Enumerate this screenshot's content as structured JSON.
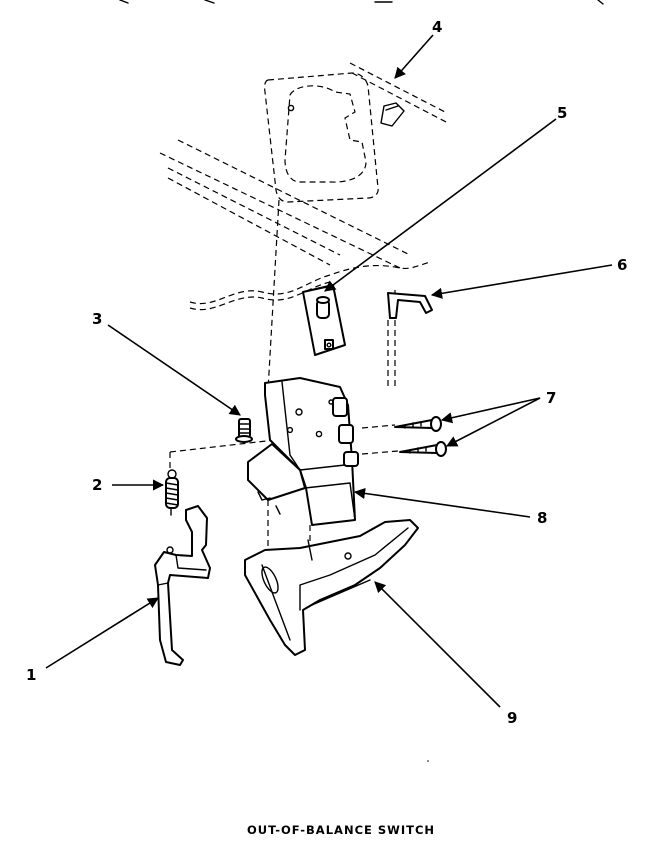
{
  "diagram": {
    "title": "OUT-OF-BALANCE SWITCH",
    "callouts": [
      {
        "id": "1",
        "text": "1"
      },
      {
        "id": "2",
        "text": "2"
      },
      {
        "id": "3",
        "text": "3"
      },
      {
        "id": "4",
        "text": "4"
      },
      {
        "id": "5",
        "text": "5"
      },
      {
        "id": "6",
        "text": "6"
      },
      {
        "id": "7",
        "text": "7"
      },
      {
        "id": "8",
        "text": "8"
      },
      {
        "id": "9",
        "text": "9"
      }
    ]
  }
}
